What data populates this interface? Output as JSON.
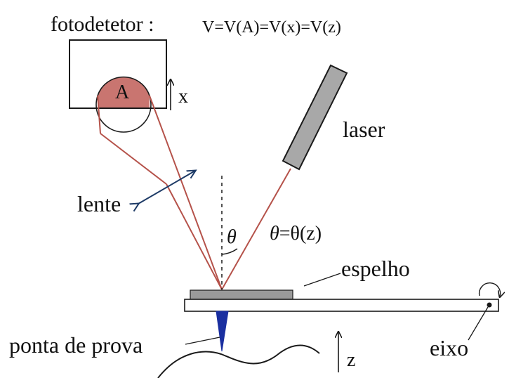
{
  "labels": {
    "photodetector": "fotodetetor :",
    "photodetector_formula": "V=V(A)=V(x)=V(z)",
    "area": "A",
    "x": "x",
    "laser": "laser",
    "lens": "lente",
    "theta": "θ",
    "theta_eq_prefix": "θ",
    "theta_eq_suffix": "=θ(z)",
    "mirror": "espelho",
    "probe_tip": "ponta de prova",
    "z": "z",
    "axis": "eixo"
  },
  "colors": {
    "beam": "#b5524a",
    "spot": "#c97570",
    "laser_body": "#a8a8a8",
    "mirror": "#9a9a9a",
    "tip": "#1a2fa0",
    "lens_arrow": "#1d3a66",
    "line": "#1a1a1a"
  }
}
